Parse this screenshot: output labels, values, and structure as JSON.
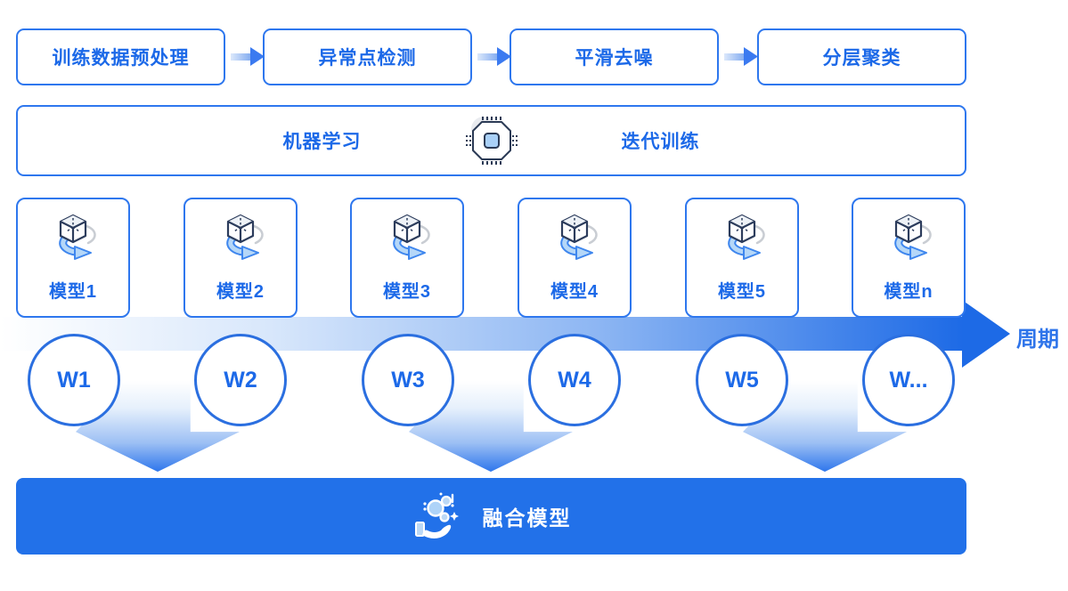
{
  "colors": {
    "accent_border": "#2e77ee",
    "text_blue": "#1c69e8",
    "band_gradient_end": "#1d6ae6",
    "fusion_bar_blue": "#2271e9",
    "icon_navy": "#2c3c5c",
    "icon_light_blue": "#aed3f8",
    "icon_gray": "#c9cdd3"
  },
  "pipeline_row": {
    "steps": [
      {
        "label": "训练数据预处理"
      },
      {
        "label": "异常点检测"
      },
      {
        "label": "平滑去噪"
      },
      {
        "label": "分层聚类"
      }
    ],
    "connector_icon": "arrow-right-icon"
  },
  "training_row": {
    "left_label": "机器学习",
    "right_label": "迭代训练",
    "icon": "cpu-chip-icon"
  },
  "models_row": {
    "icon": "cube-sync-icon",
    "items": [
      {
        "label": "模型1"
      },
      {
        "label": "模型2"
      },
      {
        "label": "模型3"
      },
      {
        "label": "模型4"
      },
      {
        "label": "模型5"
      },
      {
        "label": "模型n"
      }
    ]
  },
  "cycle_axis": {
    "label": "周期",
    "arrow_icon": "cycle-gradient-arrow-icon"
  },
  "weights_row": {
    "items": [
      {
        "label": "W1"
      },
      {
        "label": "W2"
      },
      {
        "label": "W3"
      },
      {
        "label": "W4"
      },
      {
        "label": "W5"
      },
      {
        "label": "W..."
      }
    ]
  },
  "fusion_arrows": {
    "icon": "down-gradient-arrow-icon",
    "count": 3
  },
  "fusion_bar": {
    "label": "融合模型",
    "icon": "hand-fusion-icon"
  }
}
